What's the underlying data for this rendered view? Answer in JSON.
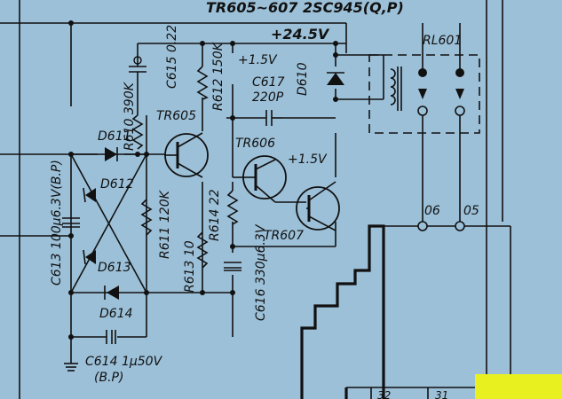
{
  "header": {
    "title": "TR605~607 2SC945(Q,P)"
  },
  "supply": {
    "main": "+24.5V",
    "bias1": "+1.5V",
    "bias2": "+1.5V"
  },
  "relay": {
    "label": "RL601",
    "pin_a": "06",
    "pin_b": "05"
  },
  "transistors": {
    "tr605": "TR605",
    "tr606": "TR606",
    "tr607": "TR607"
  },
  "diodes": {
    "d610": "D610",
    "d611": "D611",
    "d612": "D612",
    "d613": "D613",
    "d614": "D614"
  },
  "resistors": {
    "r610": "R610 390K",
    "r611": "R611 120K",
    "r612": "R612 150K",
    "r613": "R613 10",
    "r614": "R614 22"
  },
  "capacitors": {
    "c613": "C613 100µ6.3V(B.P)",
    "c614": "C614 1µ50V",
    "c614_note": "(B.P)",
    "c615": "C615 0.22",
    "c616": "C616 330µ6.3V",
    "c617_name": "C617",
    "c617_val": "220P"
  },
  "bottom_labels": {
    "b1": "32",
    "b2": "31"
  },
  "colors": {
    "background": "#9cc0d8",
    "ink": "#111111",
    "accent": "#e8f020"
  }
}
